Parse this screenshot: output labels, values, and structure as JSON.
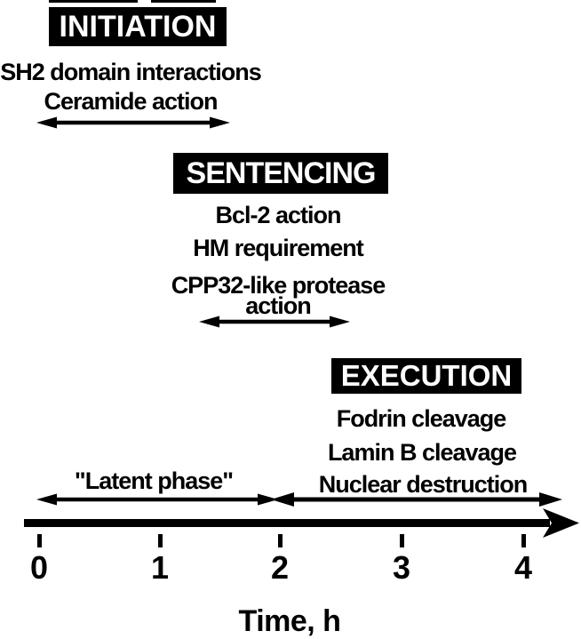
{
  "colors": {
    "ink": "#000000",
    "paper": "#ffffff"
  },
  "phases": {
    "initiation": {
      "title": "INITIATION",
      "items": [
        "SH2 domain interactions",
        "Ceramide action"
      ],
      "arrow_hours": [
        0,
        1.6
      ]
    },
    "sentencing": {
      "title": "SENTENCING",
      "items": [
        "Bcl-2 action",
        "HM requirement",
        "CPP32-like protease",
        "action"
      ],
      "arrow_hours": [
        1.3,
        2.5
      ]
    },
    "execution": {
      "title": "EXECUTION",
      "items": [
        "Fodrin cleavage",
        "Lamin B cleavage",
        "Nuclear destruction"
      ]
    }
  },
  "timeline": {
    "latent_label": "\"Latent phase\"",
    "latent_hours": [
      0,
      2
    ],
    "nuclear_hours": [
      2,
      4.3
    ],
    "ticks": [
      "0",
      "1",
      "2",
      "3",
      "4"
    ],
    "axis_label": "Time, h"
  }
}
